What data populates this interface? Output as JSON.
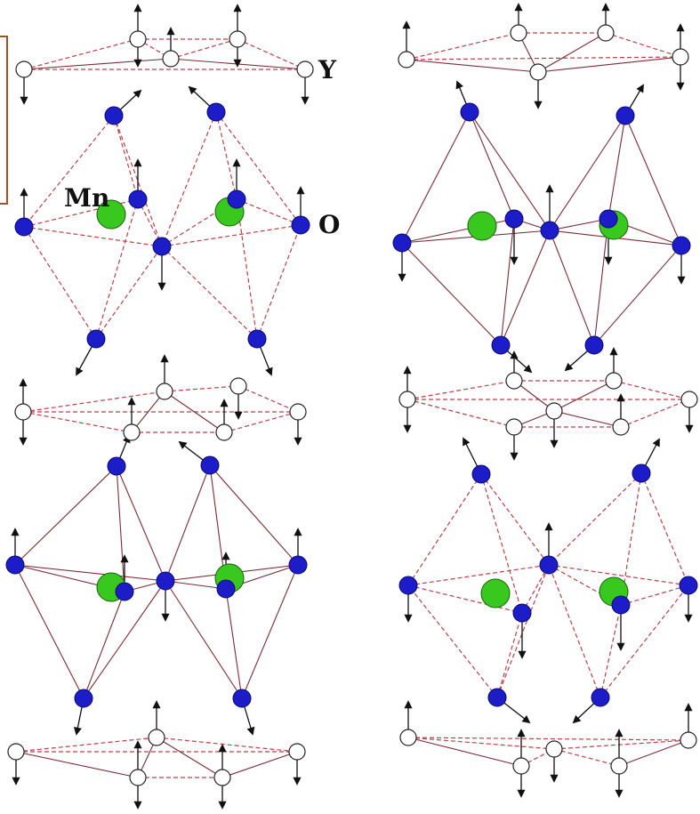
{
  "labels": {
    "y": "Y",
    "mn": "Mn",
    "o": "O"
  },
  "colors": {
    "background": "#ffffff",
    "oxygen_fill": "#1c1cc8",
    "oxygen_stroke": "#0a0a6e",
    "manganese_fill": "#39c81e",
    "manganese_stroke": "#1a5e0f",
    "yttrium_stroke": "#222222",
    "bond_dashed": "#b8424c",
    "bond_solid": "#7a2e36",
    "arrow": "#111111"
  },
  "atom_types": [
    "Y",
    "Mn",
    "O"
  ]
}
